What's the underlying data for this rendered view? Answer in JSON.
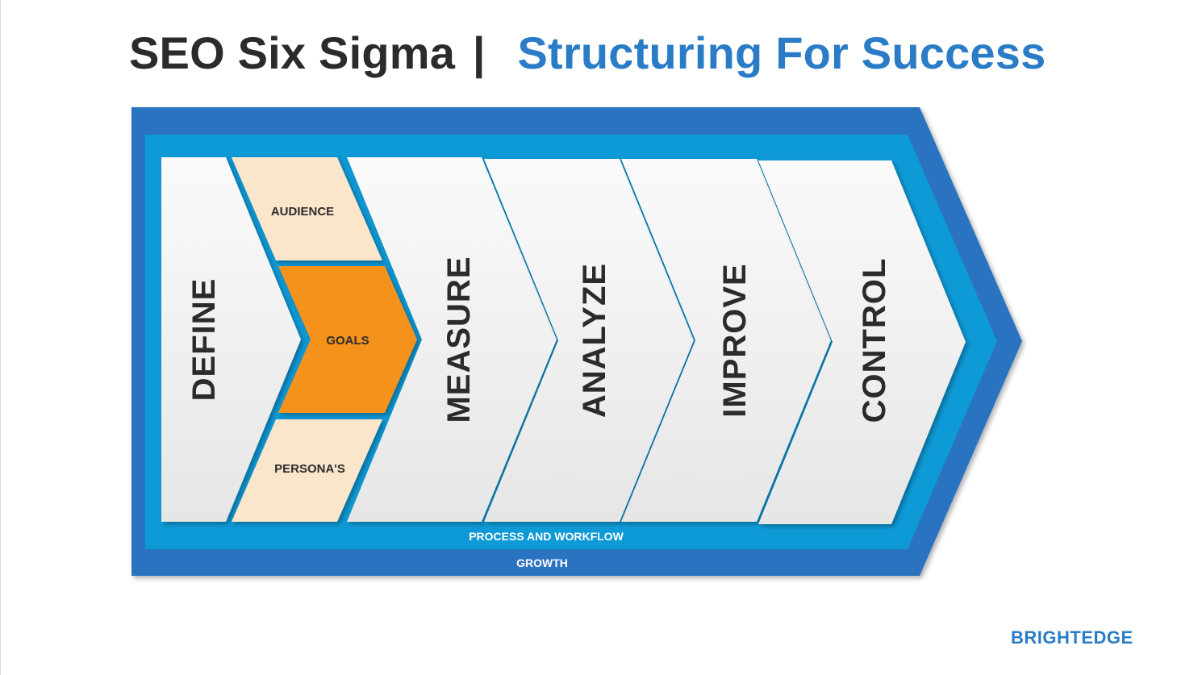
{
  "title": {
    "main": "SEO Six Sigma",
    "separator": "|",
    "accent": "Structuring For Success"
  },
  "diagram": {
    "outer_band_label": "GROWTH",
    "inner_band_label": "PROCESS AND WORKFLOW",
    "stages": {
      "define": "DEFINE",
      "measure": "MEASURE",
      "analyze": "ANALYZE",
      "improve": "IMPROVE",
      "control": "CONTROL"
    },
    "define_sub_items": {
      "audience": "AUDIENCE",
      "goals": "GOALS",
      "personas": "PERSONA'S"
    },
    "colors": {
      "outer_band": "#2a73c0",
      "inner_band": "#0e9ad7",
      "stage_fill": "#f1f1f1",
      "sub_item_fill": "#fbe6cc",
      "goals_fill": "#f5921f"
    }
  },
  "brand": "BRIGHTEDGE"
}
